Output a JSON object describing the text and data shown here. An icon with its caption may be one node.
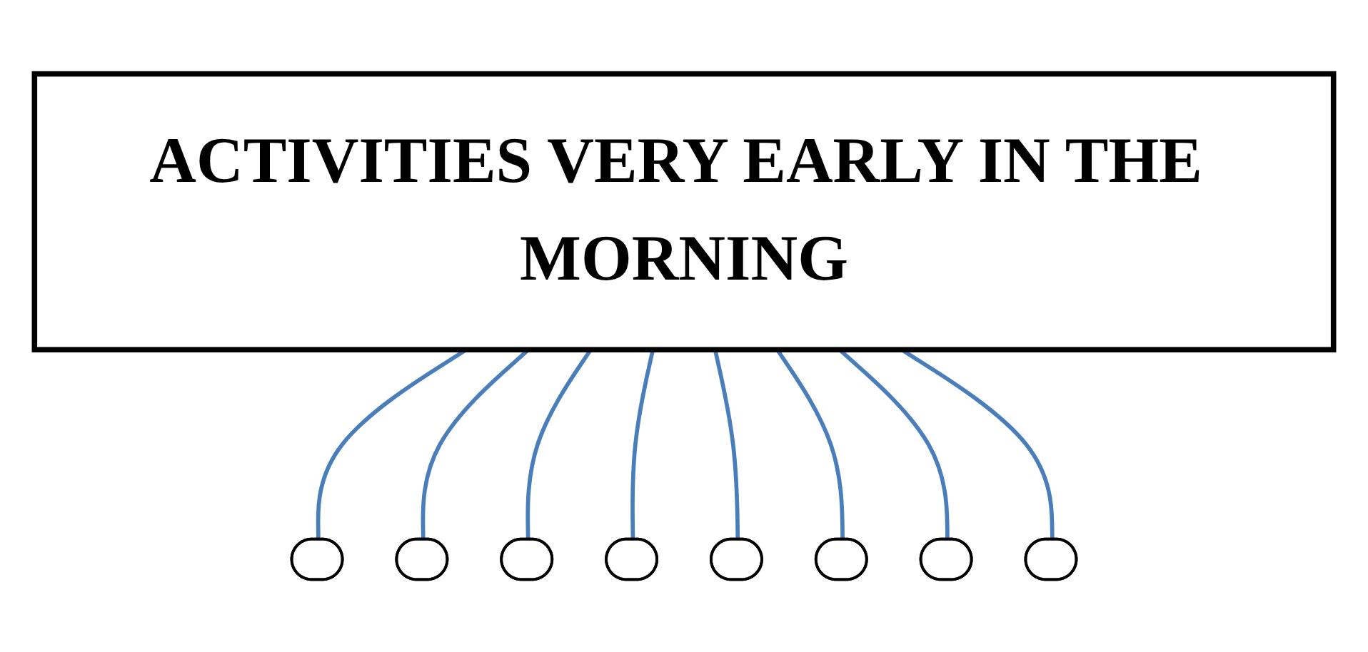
{
  "diagram": {
    "nodes": [
      {
        "text": [
          "ACTIVITIES VERY EARLY IN THE MORNING"
        ]
      },
      {
        "text": [],
        "shape": "ellipse"
      },
      {
        "text": [],
        "shape": "ellipse"
      },
      {
        "text": [],
        "shape": "ellipse"
      },
      {
        "text": [],
        "shape": "ellipse"
      },
      {
        "text": [],
        "shape": "ellipse"
      },
      {
        "text": [],
        "shape": "ellipse"
      },
      {
        "text": [],
        "shape": "ellipse"
      },
      {
        "text": [],
        "shape": "ellipse"
      }
    ],
    "edges": [
      {
        "from": 0,
        "to": 1,
        "arrow": "none"
      },
      {
        "from": 0,
        "to": 2,
        "arrow": "none"
      },
      {
        "from": 0,
        "to": 3,
        "arrow": "none"
      },
      {
        "from": 0,
        "to": 4,
        "arrow": "none"
      },
      {
        "from": 0,
        "to": 5,
        "arrow": "none"
      },
      {
        "from": 0,
        "to": 6,
        "arrow": "none"
      },
      {
        "from": 0,
        "to": 7,
        "arrow": "none"
      },
      {
        "from": 0,
        "to": 8,
        "arrow": "none"
      }
    ]
  }
}
